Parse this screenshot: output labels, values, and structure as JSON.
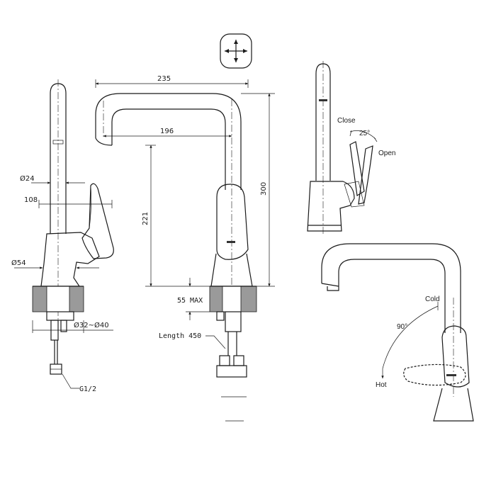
{
  "dimensions": {
    "d24": "Ø24",
    "d108": "108",
    "d54": "Ø54",
    "d32_40": "Ø32~Ø40",
    "g12": "G1/2",
    "w235": "235",
    "w196": "196",
    "h221": "221",
    "h300": "300",
    "max55": "55 MAX",
    "length450": "Length 450"
  },
  "labels": {
    "close": "Close",
    "angle25": "25°",
    "open": "Open",
    "cold": "Cold",
    "angle90": "90°",
    "hot": "Hot"
  },
  "icons": [
    "cross-handle-symbol-icon"
  ]
}
